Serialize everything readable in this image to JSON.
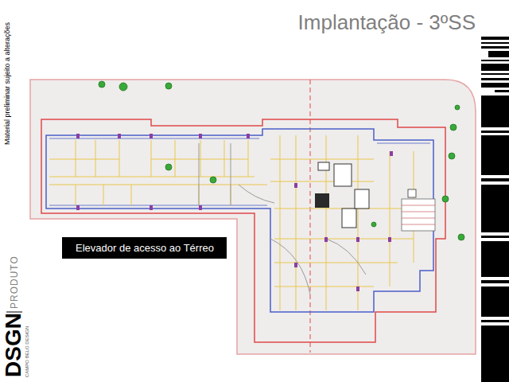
{
  "diagram": {
    "title": "Implantação - 3ºSS",
    "nodes": [
      {
        "text": [
          "Elevador de acesso ao Térreo"
        ]
      }
    ],
    "labels": [
      "Material preliminar sujeito a alterações",
      "DSGN",
      "PRODUTO",
      "CAMPO BELO DESIGN"
    ]
  }
}
